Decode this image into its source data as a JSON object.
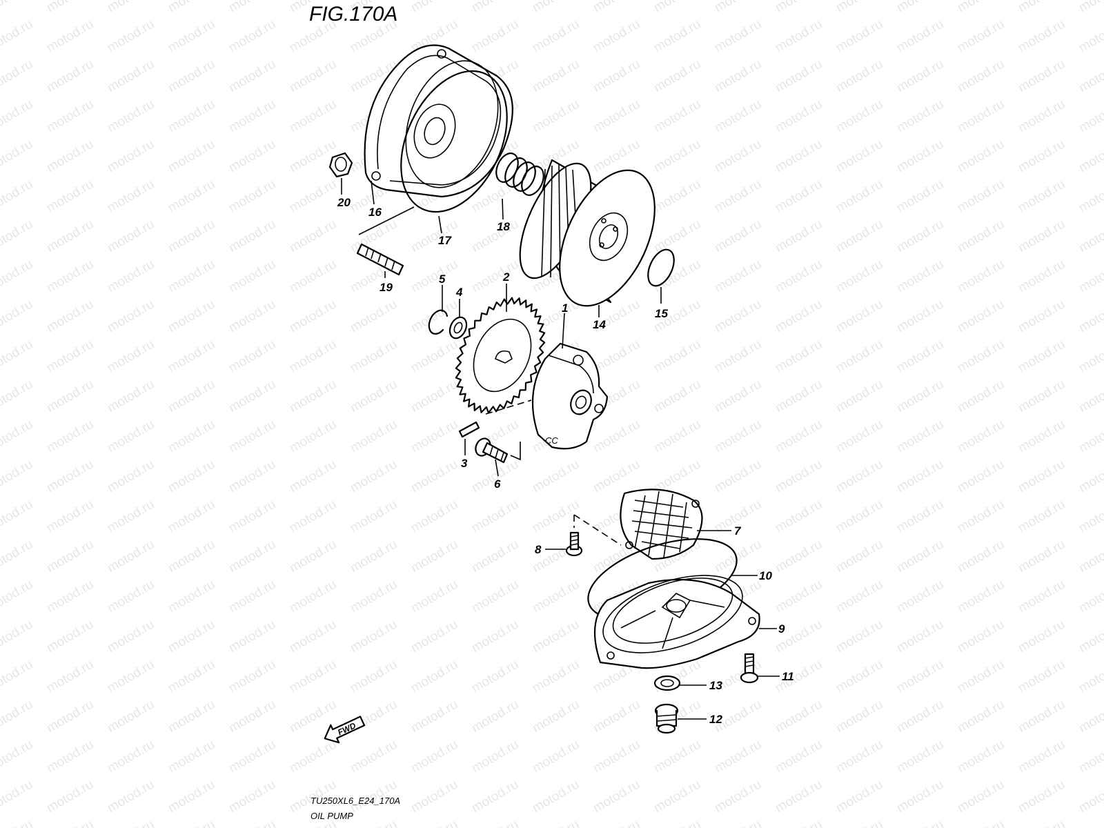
{
  "figure": {
    "title": "FIG.170A",
    "code": "TU250XL6_E24_170A",
    "name": "OIL PUMP"
  },
  "watermark": "motod.ru",
  "direction_arrow_label": "FWD",
  "pump_mark": "CC",
  "callouts": [
    "1",
    "2",
    "3",
    "4",
    "5",
    "6",
    "7",
    "8",
    "9",
    "10",
    "11",
    "12",
    "13",
    "14",
    "15",
    "16",
    "17",
    "18",
    "19",
    "20"
  ]
}
